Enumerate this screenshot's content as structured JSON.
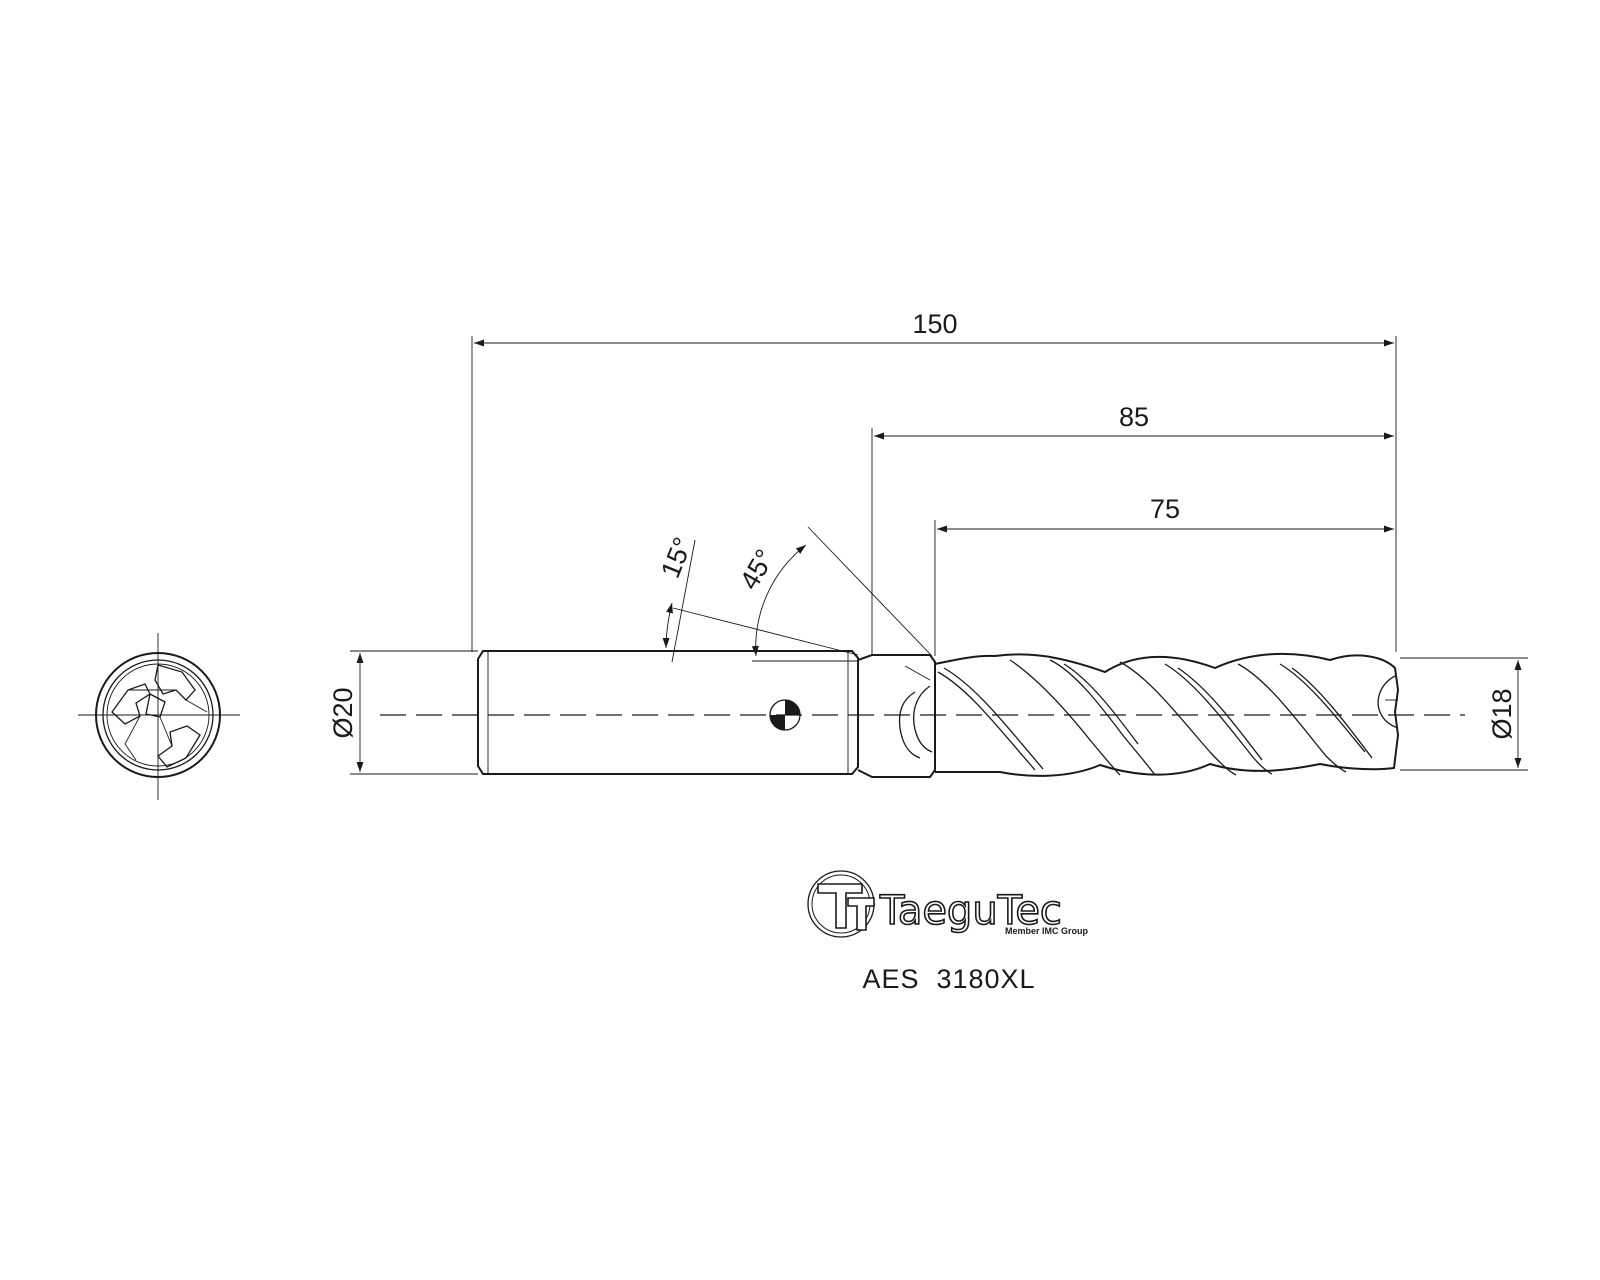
{
  "dimensions": {
    "overall_length": "150",
    "shank_to_tip": "85",
    "flute_length": "75",
    "shank_diameter": "Ø20",
    "cutting_diameter": "Ø18",
    "angle_small": "15°",
    "angle_large": "45°"
  },
  "logo": {
    "brand": "TaeguTec",
    "tagline": "Member IMC Group"
  },
  "part_code": "AES  3180XL",
  "colors": {
    "line": "#1a1a1a",
    "background": "#ffffff"
  }
}
